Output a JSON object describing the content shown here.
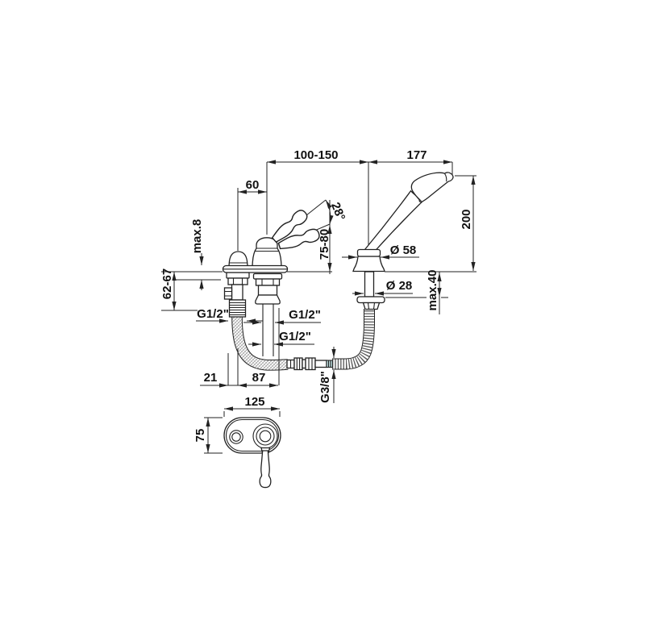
{
  "diagram": {
    "type": "technical-dimension-drawing",
    "subject": "deck-mounted bath mixer with hand shower",
    "dims": {
      "span_center": "100-150",
      "span_shower": "177",
      "spout_offset": "60",
      "handle_angle": "28°",
      "handle_height": "75-80",
      "shower_length": "200",
      "deck_thickness": "max.8",
      "shank_length": "62-67",
      "holder_base_dia": "Ø 58",
      "pillar_dia": "Ø 28",
      "pillar_deck_thickness": "max.40",
      "shank_thread": "G1/2\"",
      "body_thread": "G1/2\"",
      "inlet_thread": "G1/2\"",
      "offset_left": "21",
      "offset_body": "87",
      "hose_thread": "G3/8\"",
      "plate_width": "125",
      "plate_height": "75"
    }
  }
}
